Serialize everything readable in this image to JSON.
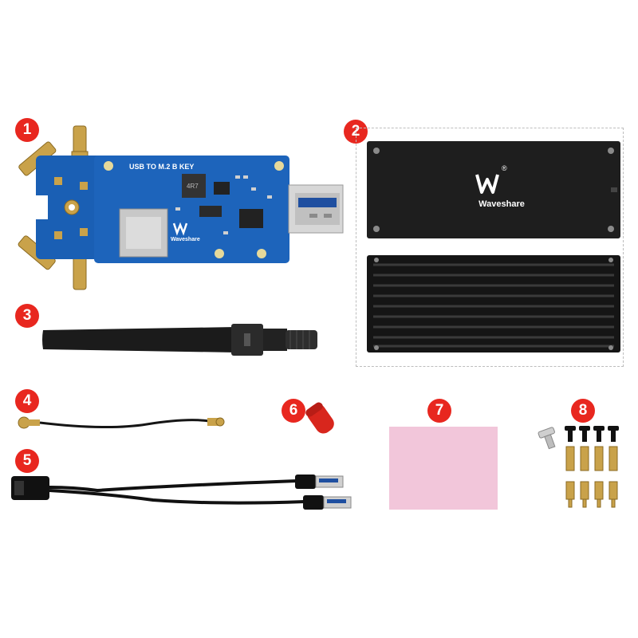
{
  "items": [
    {
      "number": "1",
      "pcb_title": "USB TO M.2 B KEY",
      "pcb_brand": "Waveshare",
      "pcb_inductor": "4R7"
    },
    {
      "number": "2",
      "brand": "Waveshare",
      "registered_mark": "®"
    },
    {
      "number": "3"
    },
    {
      "number": "4"
    },
    {
      "number": "5"
    },
    {
      "number": "6"
    },
    {
      "number": "7"
    },
    {
      "number": "8"
    }
  ],
  "colors": {
    "badge": "#e8271f",
    "pcb": "#1a5fb4",
    "case": "#1e1e1e",
    "thermal_pad": "#f2c6da",
    "brass": "#c9a24a",
    "red_cap": "#d8261d"
  }
}
